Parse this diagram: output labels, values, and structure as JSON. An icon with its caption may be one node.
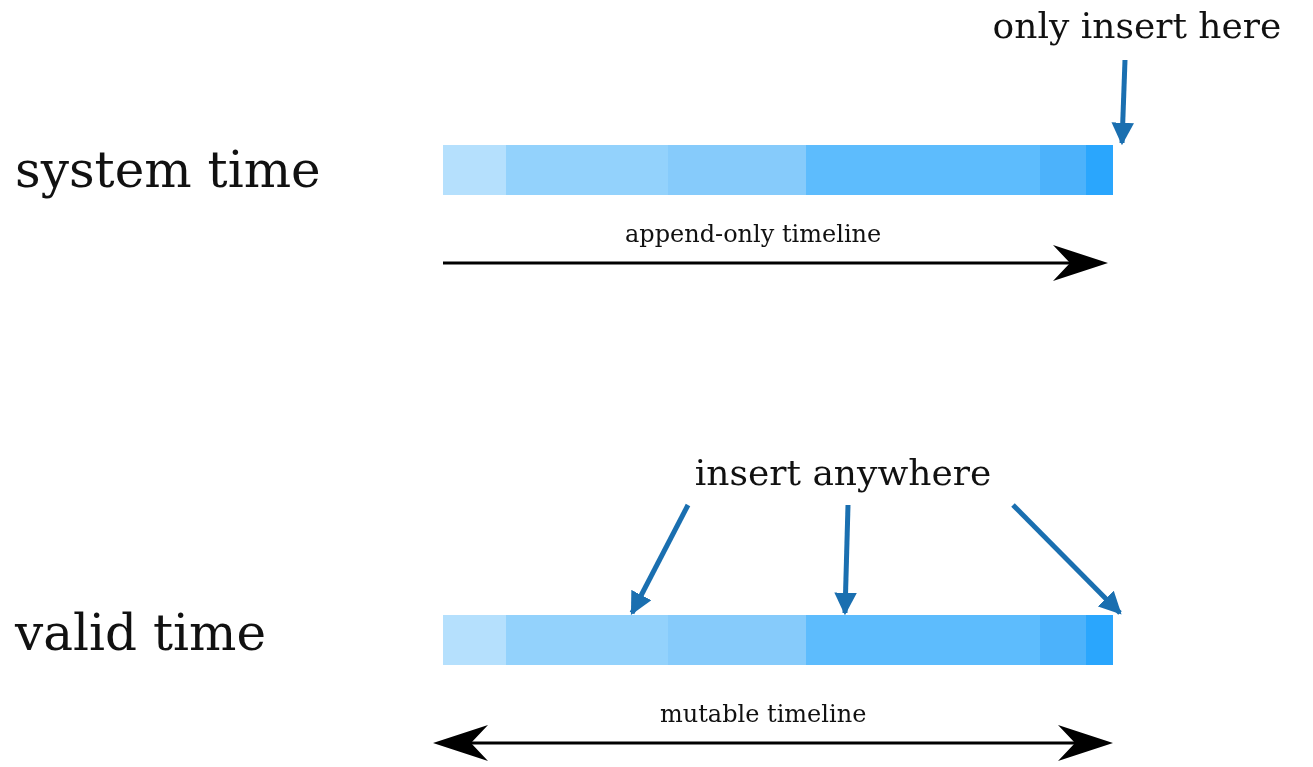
{
  "diagram": {
    "nodes": [
      {
        "text": [
          "only insert here"
        ]
      },
      {
        "text": [],
        "shape": "bar"
      },
      {
        "text": [
          "insert anywhere"
        ]
      },
      {
        "text": [],
        "shape": "bar"
      }
    ],
    "edges": [
      {
        "from": 0,
        "to": 1,
        "arrow": "to"
      },
      {
        "from": 2,
        "to": 3,
        "arrow": "to"
      },
      {
        "from": 2,
        "to": 3,
        "arrow": "to"
      },
      {
        "from": 2,
        "to": 3,
        "arrow": "to"
      }
    ],
    "labels": [
      "system time",
      "append-only timeline",
      "valid time",
      "mutable timeline"
    ]
  }
}
